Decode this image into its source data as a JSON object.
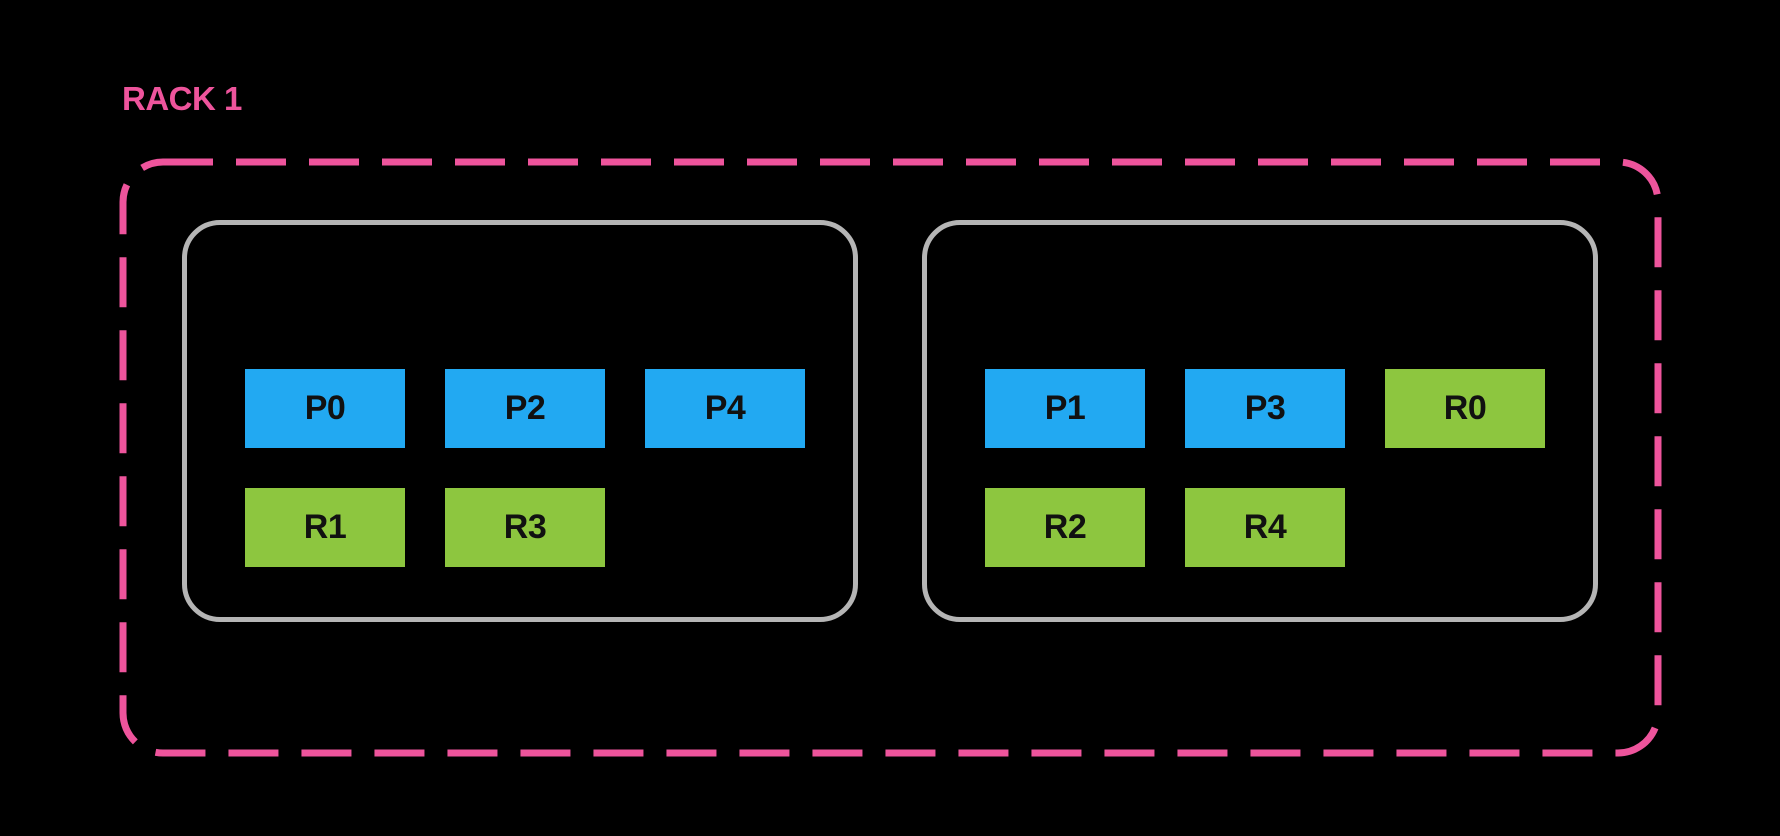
{
  "rack": {
    "label": "RACK 1",
    "nodes": [
      {
        "id": "node-1",
        "rows": [
          [
            {
              "label": "P0",
              "type": "primary"
            },
            {
              "label": "P2",
              "type": "primary"
            },
            {
              "label": "P4",
              "type": "primary"
            }
          ],
          [
            {
              "label": "R1",
              "type": "replica"
            },
            {
              "label": "R3",
              "type": "replica"
            }
          ]
        ]
      },
      {
        "id": "node-2",
        "rows": [
          [
            {
              "label": "P1",
              "type": "primary"
            },
            {
              "label": "P3",
              "type": "primary"
            },
            {
              "label": "R0",
              "type": "replica"
            }
          ],
          [
            {
              "label": "R2",
              "type": "replica"
            },
            {
              "label": "R4",
              "type": "replica"
            }
          ]
        ]
      }
    ]
  },
  "colors": {
    "background": "#000000",
    "rack_accent": "#ee549c",
    "node_border": "#b5b5b5",
    "primary": "#22a9f2",
    "replica": "#8dc63f",
    "box_text": "#111111"
  }
}
